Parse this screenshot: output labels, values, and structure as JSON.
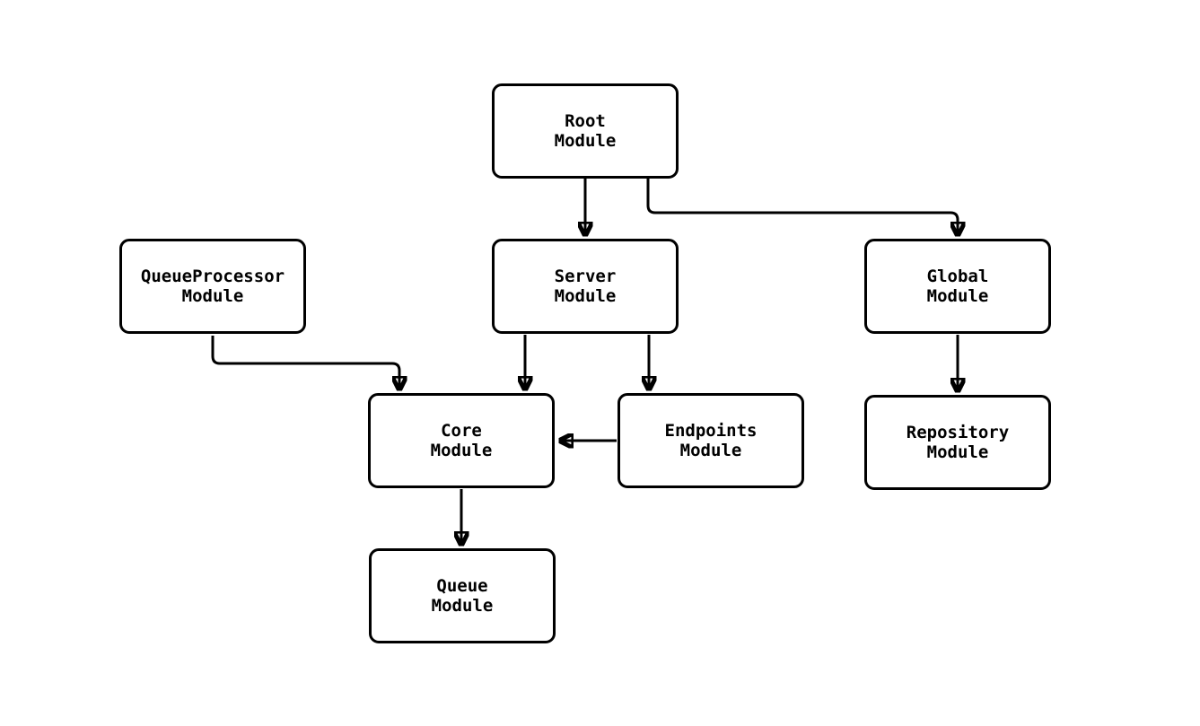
{
  "diagram": {
    "type": "flowchart",
    "background_color": "#ffffff",
    "node_fill_color": "#ffffff",
    "node_border_color": "#000000",
    "edge_color": "#000000",
    "text_color": "#000000",
    "nodes": {
      "root": {
        "label": "Root\nModule"
      },
      "queueprocessor": {
        "label": "QueueProcessor\nModule"
      },
      "server": {
        "label": "Server\nModule"
      },
      "global": {
        "label": "Global\nModule"
      },
      "core": {
        "label": "Core\nModule"
      },
      "endpoints": {
        "label": "Endpoints\nModule"
      },
      "repository": {
        "label": "Repository\nModule"
      },
      "queue": {
        "label": "Queue\nModule"
      }
    },
    "edges": [
      {
        "from": "Root Module",
        "to": "Server Module"
      },
      {
        "from": "Root Module",
        "to": "Global Module"
      },
      {
        "from": "QueueProcessor Module",
        "to": "Core Module"
      },
      {
        "from": "Server Module",
        "to": "Core Module"
      },
      {
        "from": "Server Module",
        "to": "Endpoints Module"
      },
      {
        "from": "Endpoints Module",
        "to": "Core Module"
      },
      {
        "from": "Core Module",
        "to": "Queue Module"
      },
      {
        "from": "Global Module",
        "to": "Repository Module"
      }
    ]
  }
}
